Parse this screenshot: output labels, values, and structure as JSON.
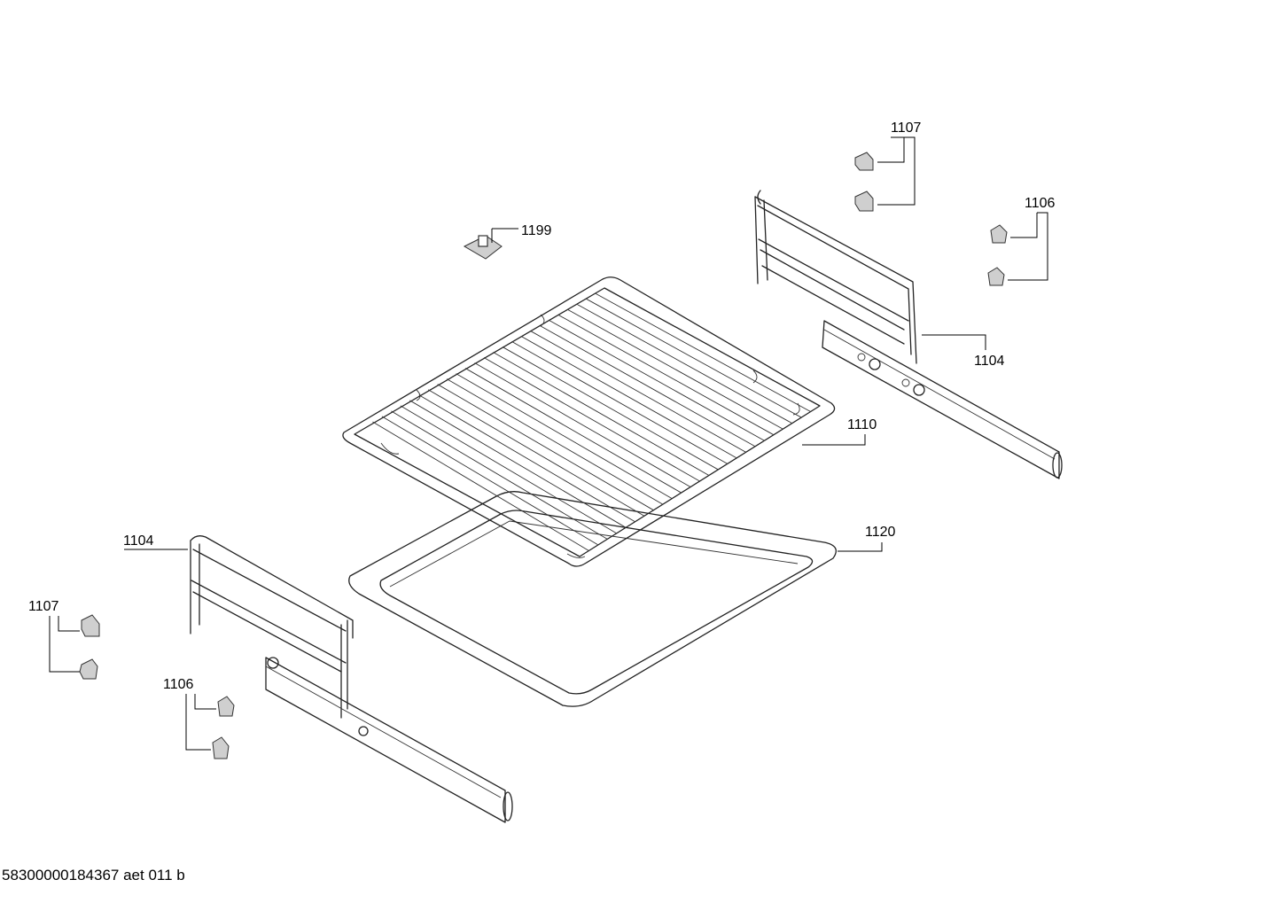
{
  "footer": {
    "document_code": "58300000184367 aet 011 b"
  },
  "callouts": {
    "top_1107": "1107",
    "top_1106": "1106",
    "top_1104": "1104",
    "c_1199": "1199",
    "c_1110": "1110",
    "c_1120": "1120",
    "left_1104": "1104",
    "left_1107": "1107",
    "left_1106": "1106"
  }
}
